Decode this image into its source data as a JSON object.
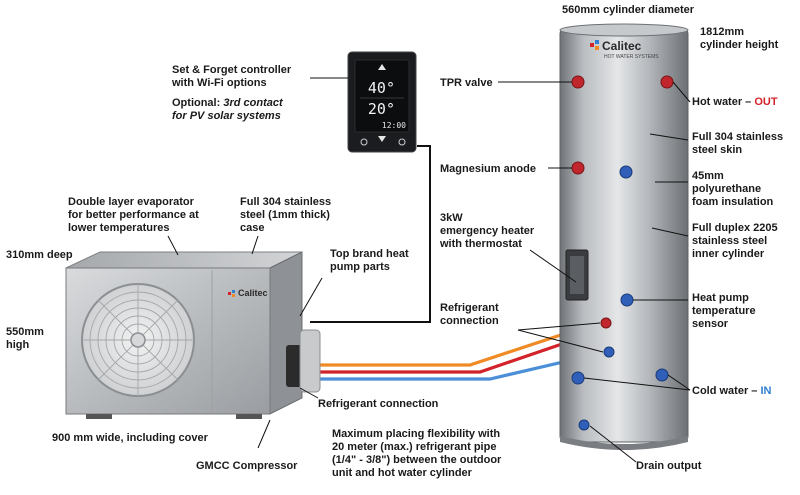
{
  "brand": {
    "name": "Calitec",
    "tagline": "HOT WATER SYSTEMS"
  },
  "controller": {
    "temp_top": "40°",
    "temp_bottom": "20°",
    "clock": "12:00"
  },
  "labels": {
    "controller_title_1": "Set & Forget controller",
    "controller_title_2": "with Wi-Fi options",
    "optional_prefix": "Optional:",
    "optional_rest": "3rd contact",
    "optional_line2": "for PV solar systems",
    "evaporator_1": "Double layer evaporator",
    "evaporator_2": "for better performance at",
    "evaporator_3": "lower temperatures",
    "steel_case_1": "Full 304 stainless",
    "steel_case_2": "steel (1mm thick)",
    "steel_case_3": "case",
    "depth": "310mm deep",
    "top_brand_1": "Top brand heat",
    "top_brand_2": "pump parts",
    "height_unit_1": "550mm",
    "height_unit_2": "high",
    "width_unit": "900 mm wide, including cover",
    "compressor": "GMCC Compressor",
    "refrigerant_connection": "Refrigerant connection",
    "refrigerant_connection_tank_1": "Refrigerant",
    "refrigerant_connection_tank_2": "connection",
    "pipe_1": "Maximum placing flexibility with",
    "pipe_2": "20 meter (max.) refrigerant pipe",
    "pipe_3": "(1/4\" - 3/8\") between the outdoor",
    "pipe_4": "unit and hot water cylinder",
    "cyl_diameter": "560mm cylinder diameter",
    "cyl_height_1": "1812mm",
    "cyl_height_2": "cylinder height",
    "tpr_valve": "TPR valve",
    "hot_water_prefix": "Hot water –",
    "hot_water_out": "OUT",
    "skin_1": "Full 304 stainless",
    "skin_2": "steel skin",
    "anode": "Magnesium anode",
    "foam_1": "45mm",
    "foam_2": "polyurethane",
    "foam_3": "foam insulation",
    "heater_1": "3kW",
    "heater_2": "emergency heater",
    "heater_3": "with thermostat",
    "inner_1": "Full duplex 2205",
    "inner_2": "stainless steel",
    "inner_3": "inner cylinder",
    "sensor_1": "Heat pump",
    "sensor_2": "temperature",
    "sensor_3": "sensor",
    "cold_water_prefix": "Cold water –",
    "cold_water_in": "IN",
    "drain": "Drain output"
  },
  "colors": {
    "pipe_orange": "#f08a24",
    "pipe_red": "#d2232a",
    "pipe_blue": "#4a8fd8",
    "hot_accent": "#d2232a",
    "cold_accent": "#2f7fd0"
  }
}
